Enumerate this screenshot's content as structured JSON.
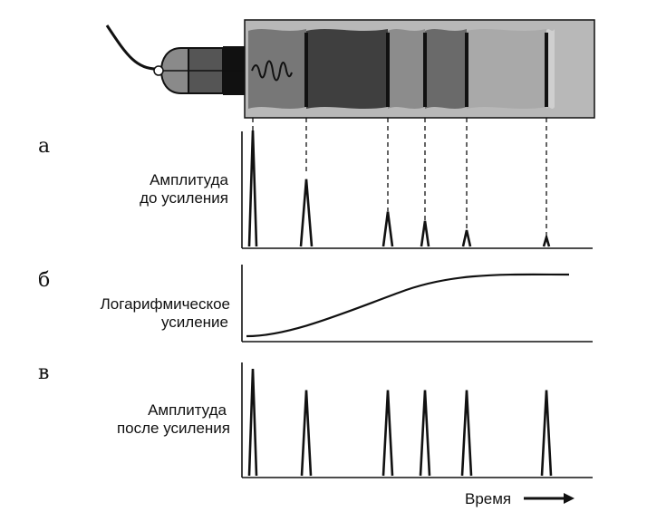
{
  "panels": {
    "a": {
      "letter": "а",
      "label_line1": "Амплитуда",
      "label_line2": "до усиления"
    },
    "b": {
      "letter": "б",
      "label_line1": "Логарифмическое",
      "label_line2": "усиление"
    },
    "c": {
      "letter": "в",
      "label_line1": "Амплитуда",
      "label_line2": "после усиления"
    }
  },
  "time_axis_label": "Время",
  "colors": {
    "ink": "#111111",
    "tissue_frame": "#b8b8b8",
    "layers": [
      "#777777",
      "#3f3f3f",
      "#8c8c8c",
      "#6a6a6a",
      "#a9a9a9",
      "#cfcfcf"
    ],
    "transducer_left": "#8a8a8a",
    "transducer_mid": "#555555",
    "transducer_dark": "#111111"
  },
  "echo_interfaces": 6,
  "echo_amplitudes_before_gain": [
    1.0,
    0.58,
    0.3,
    0.22,
    0.14,
    0.08
  ],
  "echo_amplitudes_after_gain": [
    1.0,
    0.8,
    0.8,
    0.8,
    0.8,
    0.8
  ],
  "gain_curve": "logarithmic"
}
